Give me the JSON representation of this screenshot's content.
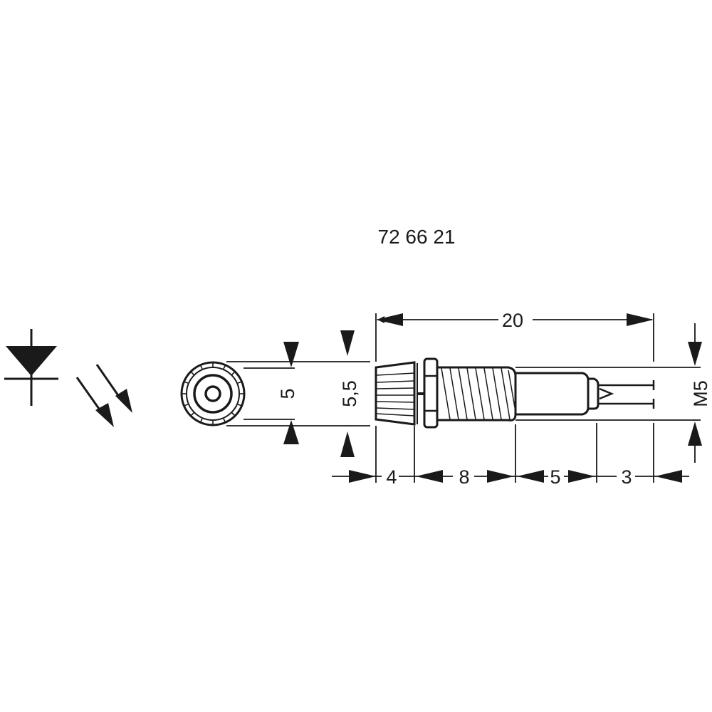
{
  "part_number": "72 66 21",
  "symbol": {
    "type": "led-diode-symbol",
    "description": "diode with two emission arrows"
  },
  "dimensions": {
    "total_length": "20",
    "front_inner_diameter": "5",
    "front_outer_diameter": "5,5",
    "thread": "M5",
    "segments": [
      "4",
      "8",
      "5",
      "3"
    ]
  },
  "colors": {
    "line": "#1a1a1a",
    "background": "#ffffff"
  }
}
